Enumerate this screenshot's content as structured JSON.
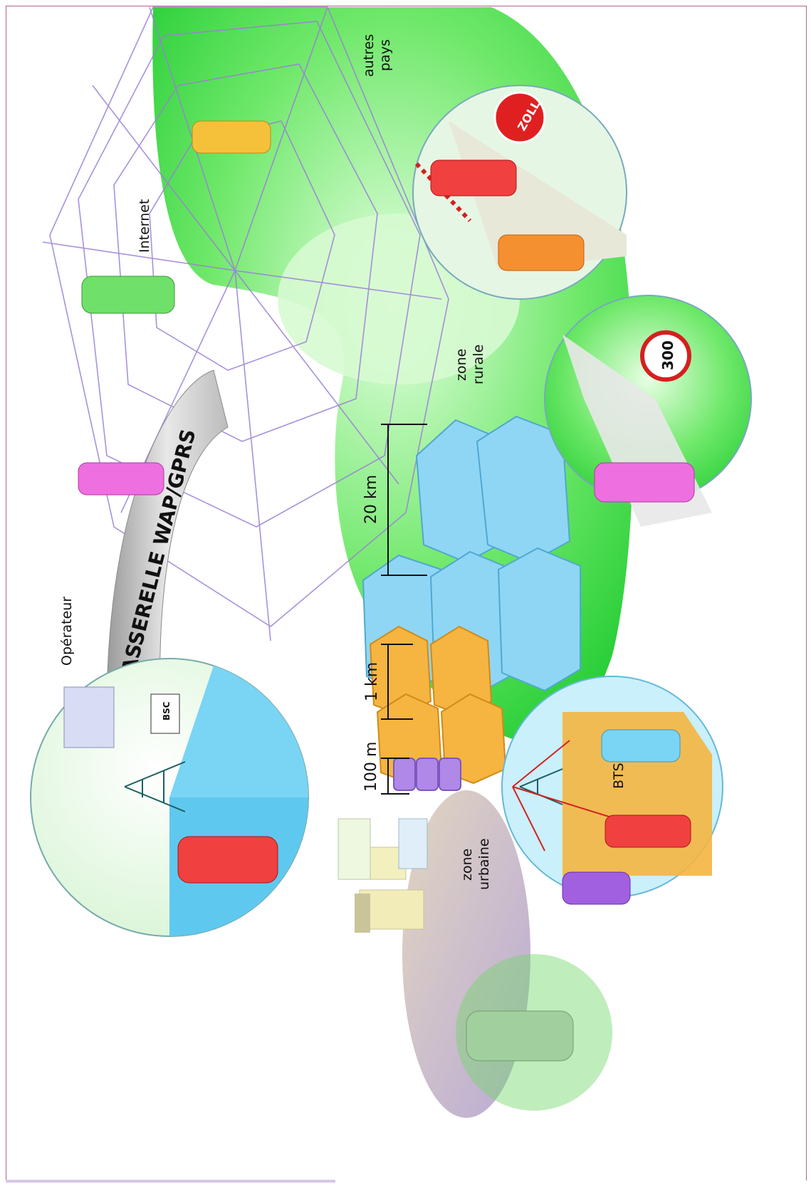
{
  "labels": {
    "autres_pays": [
      "autres",
      "pays"
    ],
    "internet": "Internet",
    "zone_rurale": [
      "zone",
      "rurale"
    ],
    "operateur": "Opérateur",
    "passerelle": "PASSERELLE WAP/GPRS",
    "km20": "20 km",
    "km1": "1 km",
    "m100": "100 m",
    "zone_urbaine": [
      "zone",
      "urbaine"
    ],
    "bts": "BTS",
    "bsc": "BSC",
    "zoll": "ZOLL",
    "speed": "300"
  },
  "colors": {
    "green": "#33dd44",
    "light_green": "#c8f7c4",
    "cyan": "#7ad4f4",
    "orange": "#f5b540",
    "purple": "#b088e8",
    "web": "#9a7ed6",
    "frame": "#b0628e"
  },
  "icons": [
    "spiderweb",
    "phone-character",
    "radio-tower",
    "hexagon-cell",
    "stop-sign",
    "speed-sign",
    "building"
  ]
}
